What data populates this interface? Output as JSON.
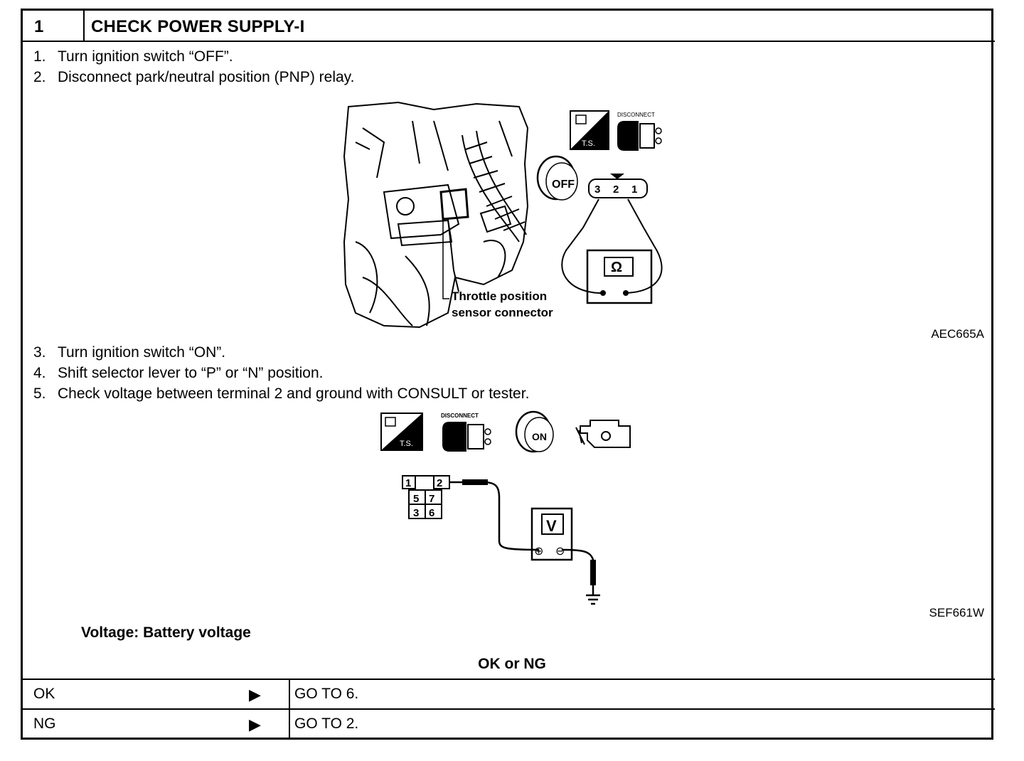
{
  "header": {
    "number": "1",
    "title": "CHECK POWER SUPPLY-I"
  },
  "steps_a": [
    {
      "num": "1.",
      "text": "Turn ignition switch “OFF”."
    },
    {
      "num": "2.",
      "text": "Disconnect park/neutral position (PNP) relay."
    }
  ],
  "figure1": {
    "code": "AEC665A",
    "callout_line1": "Throttle position",
    "callout_line2": "sensor connector",
    "ts_label": "T.S.",
    "disconnect_label": "DISCONNECT",
    "switch_label": "OFF",
    "terminals": [
      "3",
      "2",
      "1"
    ],
    "meter_symbol": "Ω"
  },
  "steps_b": [
    {
      "num": "3.",
      "text": "Turn ignition switch “ON”."
    },
    {
      "num": "4.",
      "text": "Shift selector lever to “P” or “N” position."
    },
    {
      "num": "5.",
      "text": "Check voltage between terminal 2 and ground with CONSULT or tester."
    }
  ],
  "figure2": {
    "code": "SEF661W",
    "ts_label": "T.S.",
    "disconnect_label": "DISCONNECT",
    "switch_label": "ON",
    "terminals": [
      "1",
      "2",
      "5",
      "7",
      "3",
      "6"
    ],
    "meter_symbol": "V",
    "plus": "⊕",
    "minus": "⊖"
  },
  "spec": "Voltage: Battery voltage",
  "result_heading": "OK or NG",
  "results": [
    {
      "label": "OK",
      "arrow": "▶",
      "action": "GO TO 6."
    },
    {
      "label": "NG",
      "arrow": "▶",
      "action": "GO TO 2."
    }
  ]
}
